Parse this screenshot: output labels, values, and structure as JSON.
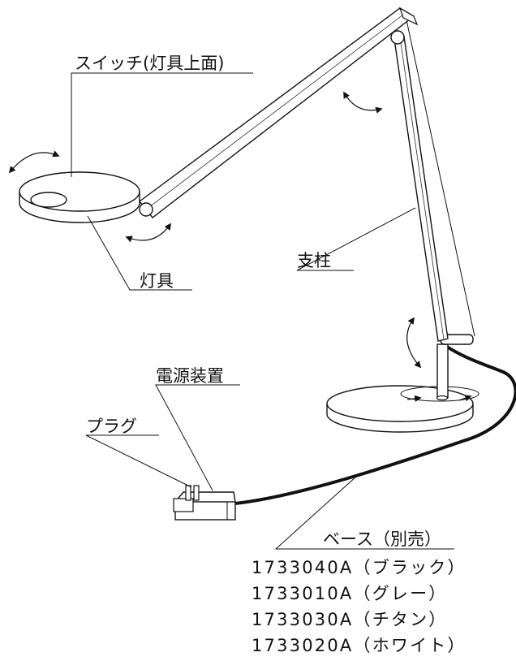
{
  "labels": {
    "switch": "スイッチ(灯具上面)",
    "lamp_head": "灯具",
    "pillar": "支柱",
    "power_supply": "電源装置",
    "plug": "プラグ",
    "base": "ベース（別売）"
  },
  "base_models": [
    "1733040A（ブラック）",
    "1733010A（グレー）",
    "1733030A（チタン）",
    "1733020A（ホワイト）"
  ],
  "colors": {
    "line": "#111111",
    "fill": "#ffffff",
    "shade": "#e6e6e6"
  },
  "icons": [
    "rotation-arrow-icon"
  ]
}
